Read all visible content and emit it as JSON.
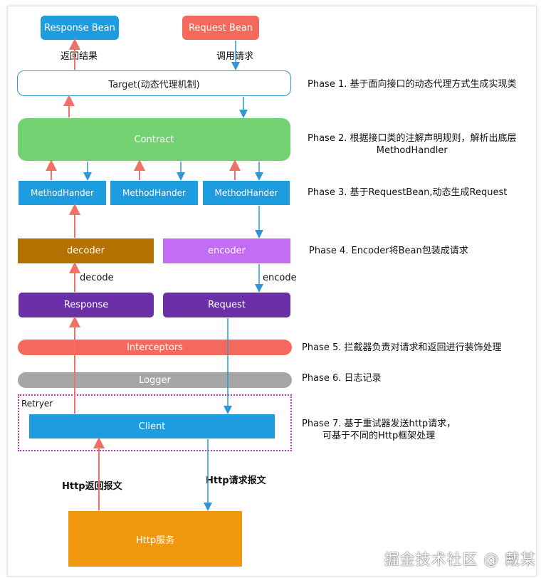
{
  "nodes": {
    "response_bean": "Response Bean",
    "request_bean": "Request Bean",
    "target": "Target(动态代理机制)",
    "contract": "Contract",
    "method_handler": "MethodHander",
    "decoder": "decoder",
    "encoder": "encoder",
    "response": "Response",
    "request": "Request",
    "interceptors": "Interceptors",
    "logger": "Logger",
    "retryer": "Retryer",
    "client": "Client",
    "http_service": "Http服务"
  },
  "edge_labels": {
    "return_result": "返回结果",
    "invoke_request": "调用请求",
    "decode": "decode",
    "encode": "encode",
    "http_response_msg": "Http返回报文",
    "http_request_msg": "Http请求报文"
  },
  "phases": {
    "p1": "Phase 1. 基于面向接口的动态代理方式生成实现类",
    "p2_line1": "Phase 2. 根据接口类的注解声明规则，解析出底层",
    "p2_line2": "MethodHandler",
    "p3": "Phase 3. 基于RequestBean,动态生成Request",
    "p4": "Phase 4. Encoder将Bean包装成请求",
    "p5": "Phase 5. 拦截器负责对请求和返回进行装饰处理",
    "p6": "Phase 6. 日志记录",
    "p7_line1": "Phase 7. 基于重试器发送http请求，",
    "p7_line2": "可基于不同的Http框架处理"
  },
  "watermark": "掘金技术社区 @ 戴某",
  "colors": {
    "blue": "#1e9ce0",
    "salmon": "#f4695c",
    "green": "#74d172",
    "brown": "#b47100",
    "violet": "#c36cf4",
    "purple": "#6b2fa8",
    "gray": "#a6a6a6",
    "orange": "#f0970c",
    "arrow_red": "#f07166",
    "arrow_blue": "#2f97d3"
  }
}
